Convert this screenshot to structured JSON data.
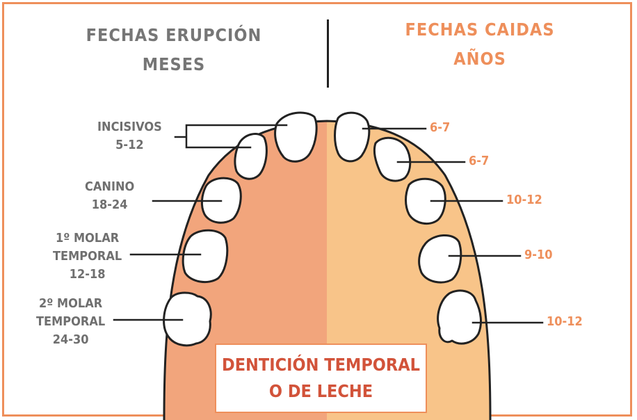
{
  "header": {
    "left_line1": "FECHAS ERUPCIÓN",
    "left_line2": "MESES",
    "right_line1": "FECHAS CAIDAS",
    "right_line2": "AÑOS"
  },
  "eruption_labels": {
    "incisivos": [
      "INCISIVOS",
      "5-12"
    ],
    "canino": [
      "CANINO",
      "18-24"
    ],
    "molar1": [
      "1º MOLAR",
      "TEMPORAL",
      "12-18"
    ],
    "molar2": [
      "2º MOLAR",
      "TEMPORAL",
      "24-30"
    ]
  },
  "loss_values": [
    "6-7",
    "6-7",
    "10-12",
    "9-10",
    "10-12"
  ],
  "title": {
    "line1": "DENTICIÓN TEMPORAL",
    "line2": "O DE LECHE"
  },
  "colors": {
    "accent": "#ee8f5b",
    "left_arch": "#f2a57c",
    "right_arch": "#f8c489",
    "title_text": "#d2533a",
    "label_gray": "#6f6f6f"
  }
}
